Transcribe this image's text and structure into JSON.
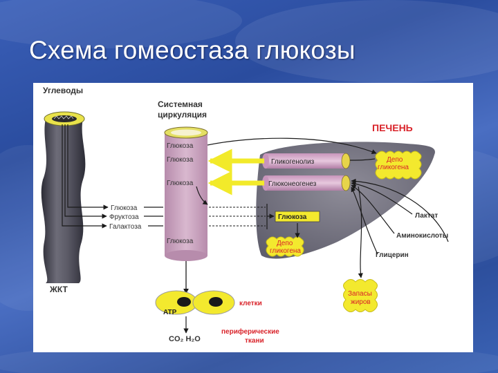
{
  "slide": {
    "title": "Схема гомеостаза глюкозы"
  },
  "diagram": {
    "gut_top_label": "Углеводы",
    "gut_bottom_label": "ЖКТ",
    "circulation_label_line1": "Системная",
    "circulation_label_line2": "циркуляция",
    "liver_label": "ПЕЧЕНЬ",
    "vessel_labels": [
      "Глюкоза",
      "Глюкоза",
      "Глюкоза",
      "Глюкоза"
    ],
    "gut_outputs": [
      "Глюкоза",
      "Фруктоза",
      "Галактоза"
    ],
    "glycogenolysis_label": "Гликогенолиз",
    "gluconeogenesis_label": "Глюконеогенез",
    "liver_glucose_label": "Глюкоза",
    "glycogen_depot_top": [
      "Депо",
      "гликогена"
    ],
    "glycogen_depot_bottom": [
      "Депо",
      "гликогена"
    ],
    "substrates": [
      "Лактат",
      "Аминокислоты",
      "Глицерин"
    ],
    "fat_stores": [
      "Запасы",
      "жиров"
    ],
    "cell_atp": "ATP",
    "cells_label": "клетки",
    "products": "CO₂  H₂O",
    "peripheral_line1": "периферические",
    "peripheral_line2": "ткани"
  }
}
